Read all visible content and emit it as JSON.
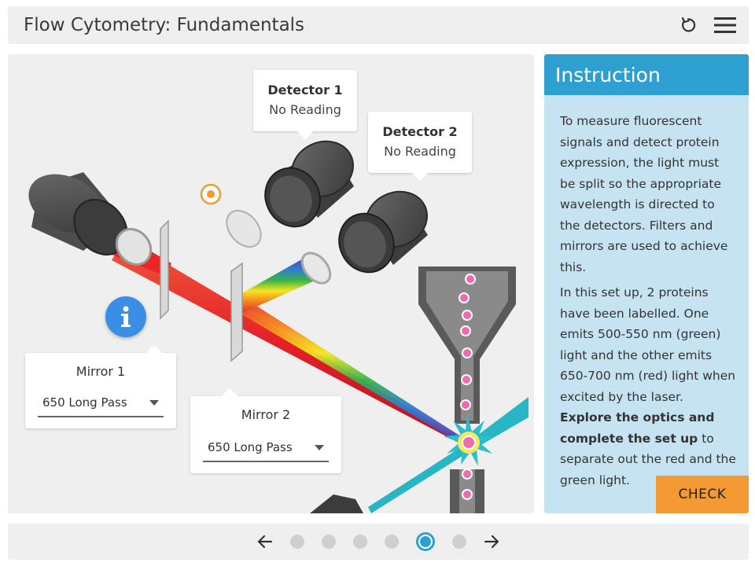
{
  "header": {
    "title": "Flow Cytometry: Fundamentals",
    "reset_icon": "reset-icon",
    "menu_icon": "hamburger-menu-icon"
  },
  "stage": {
    "detector1": {
      "title": "Detector 1",
      "value": "No Reading"
    },
    "detector2": {
      "title": "Detector 2",
      "value": "No Reading"
    },
    "mirror1": {
      "title": "Mirror 1",
      "selected": "650 Long Pass"
    },
    "mirror2": {
      "title": "Mirror 2",
      "selected": "650 Long Pass"
    },
    "info_icon": "info-icon"
  },
  "instruction": {
    "title": "Instruction",
    "p1": "To measure fluorescent signals and detect protein expression, the light must be split so the appropriate wavelength is directed to the detectors. Filters and mirrors are used to achieve this.",
    "p2_a": "In this set up, 2 proteins have been labelled. One emits 500-550 nm (green) light and the other emits 650-700 nm (red) light when excited by the laser. ",
    "p2_bold": "Explore the optics and complete the set up",
    "p2_b": " to separate out the red and the green light.",
    "check_label": "CHECK"
  },
  "footer": {
    "page_count": 6,
    "active_page": 5,
    "prev_icon": "arrow-left-icon",
    "next_icon": "arrow-right-icon"
  },
  "colors": {
    "accent": "#2d9fd1",
    "check": "#f39a34",
    "info": "#3a8ee6"
  }
}
